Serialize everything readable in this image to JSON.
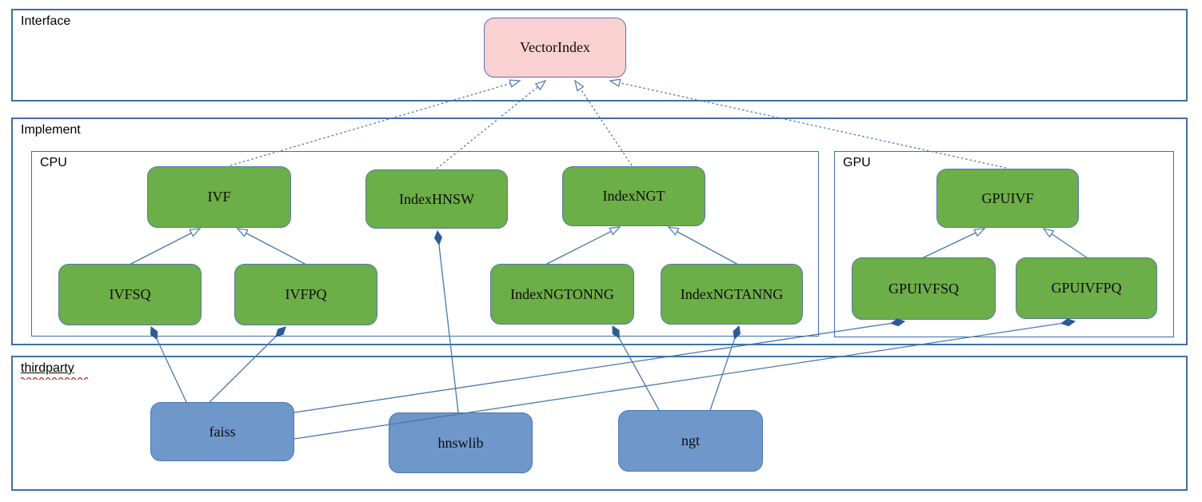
{
  "containers": {
    "interface": {
      "label": "Interface"
    },
    "implement": {
      "label": "Implement"
    },
    "cpu": {
      "label": "CPU"
    },
    "gpu": {
      "label": "GPU"
    },
    "thirdparty": {
      "label": "thirdparty"
    }
  },
  "nodes": {
    "vectorindex": {
      "label": "VectorIndex",
      "layer": "interface"
    },
    "ivf": {
      "label": "IVF",
      "layer": "implement-cpu"
    },
    "indexhnsw": {
      "label": "IndexHNSW",
      "layer": "implement-cpu"
    },
    "indexngt": {
      "label": "IndexNGT",
      "layer": "implement-cpu"
    },
    "gpuivf": {
      "label": "GPUIVF",
      "layer": "implement-gpu"
    },
    "ivfsq": {
      "label": "IVFSQ",
      "layer": "implement-cpu"
    },
    "ivfpq": {
      "label": "IVFPQ",
      "layer": "implement-cpu"
    },
    "indexngtonng": {
      "label": "IndexNGTONNG",
      "layer": "implement-cpu"
    },
    "indexngtanng": {
      "label": "IndexNGTANNG",
      "layer": "implement-cpu"
    },
    "gpuivfsq": {
      "label": "GPUIVFSQ",
      "layer": "implement-gpu"
    },
    "gpuivfpq": {
      "label": "GPUIVFPQ",
      "layer": "implement-gpu"
    },
    "faiss": {
      "label": "faiss",
      "layer": "thirdparty"
    },
    "hnswlib": {
      "label": "hnswlib",
      "layer": "thirdparty"
    },
    "ngt": {
      "label": "ngt",
      "layer": "thirdparty"
    }
  },
  "relations": [
    {
      "from": "IVF",
      "to": "VectorIndex",
      "type": "realization-dashed-open-arrow"
    },
    {
      "from": "IndexHNSW",
      "to": "VectorIndex",
      "type": "realization-dashed-open-arrow"
    },
    {
      "from": "IndexNGT",
      "to": "VectorIndex",
      "type": "realization-dashed-open-arrow"
    },
    {
      "from": "GPUIVF",
      "to": "VectorIndex",
      "type": "realization-dashed-open-arrow"
    },
    {
      "from": "IVFSQ",
      "to": "IVF",
      "type": "generalization-open-arrow"
    },
    {
      "from": "IVFPQ",
      "to": "IVF",
      "type": "generalization-open-arrow"
    },
    {
      "from": "IndexNGTONNG",
      "to": "IndexNGT",
      "type": "generalization-open-arrow"
    },
    {
      "from": "IndexNGTANNG",
      "to": "IndexNGT",
      "type": "generalization-open-arrow"
    },
    {
      "from": "GPUIVFSQ",
      "to": "GPUIVF",
      "type": "generalization-open-arrow"
    },
    {
      "from": "GPUIVFPQ",
      "to": "GPUIVF",
      "type": "generalization-open-arrow"
    },
    {
      "from": "faiss",
      "to": "IVFSQ",
      "type": "composition-diamond"
    },
    {
      "from": "faiss",
      "to": "IVFPQ",
      "type": "composition-diamond"
    },
    {
      "from": "faiss",
      "to": "GPUIVFSQ",
      "type": "composition-diamond"
    },
    {
      "from": "faiss",
      "to": "GPUIVFPQ",
      "type": "composition-diamond"
    },
    {
      "from": "hnswlib",
      "to": "IndexHNSW",
      "type": "composition-diamond"
    },
    {
      "from": "ngt",
      "to": "IndexNGTONNG",
      "type": "composition-diamond"
    },
    {
      "from": "ngt",
      "to": "IndexNGTANNG",
      "type": "composition-diamond"
    }
  ],
  "colors": {
    "interface_node_fill": "#f8d1d0",
    "interface_node_border": "#5d72b7",
    "implement_node_fill": "#6cae47",
    "implement_node_border": "#5379ab",
    "thirdparty_node_fill": "#6f97ca",
    "thirdparty_node_border": "#4979b1",
    "frame_border": "#3f6fa8",
    "edge_line": "#4878b0",
    "diamond_fill": "#2d5b96",
    "spellcheck_wave": "#cc0000",
    "text": "#000000"
  }
}
